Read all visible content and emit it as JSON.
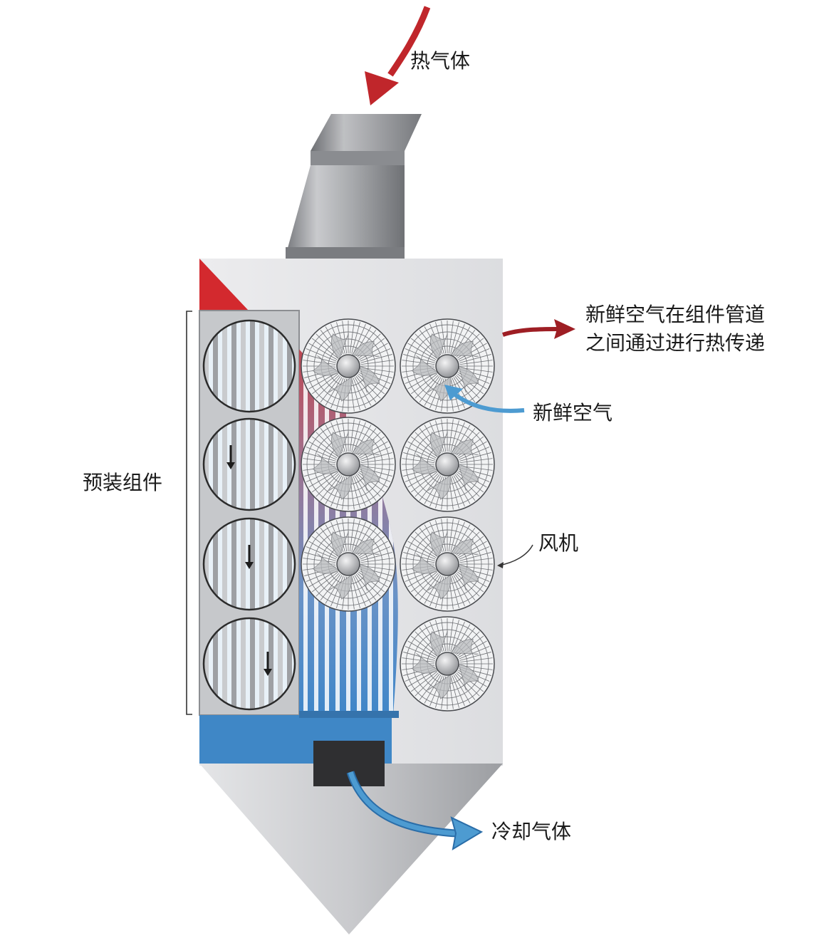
{
  "labels": {
    "hot_gas": "热气体",
    "fresh_air_exchange_line1": "新鲜空气在组件管道",
    "fresh_air_exchange_line2": "之间通过进行热传递",
    "fresh_air": "新鲜空气",
    "modules": "预装组件",
    "fans": "风机",
    "cool_gas": "冷却气体"
  },
  "counts": {
    "fan_columns": 2,
    "fan_rows": 4,
    "module_rows": 4
  },
  "colors": {
    "hot_arrow": "#c0262b",
    "cool_arrow": "#4d9bd1",
    "hot_corner": "#d3292e",
    "cool_base": "#3f87c6",
    "housing": "#e3e4e7",
    "duct": "#9fa1a5",
    "outlet": "#2f2f31"
  }
}
